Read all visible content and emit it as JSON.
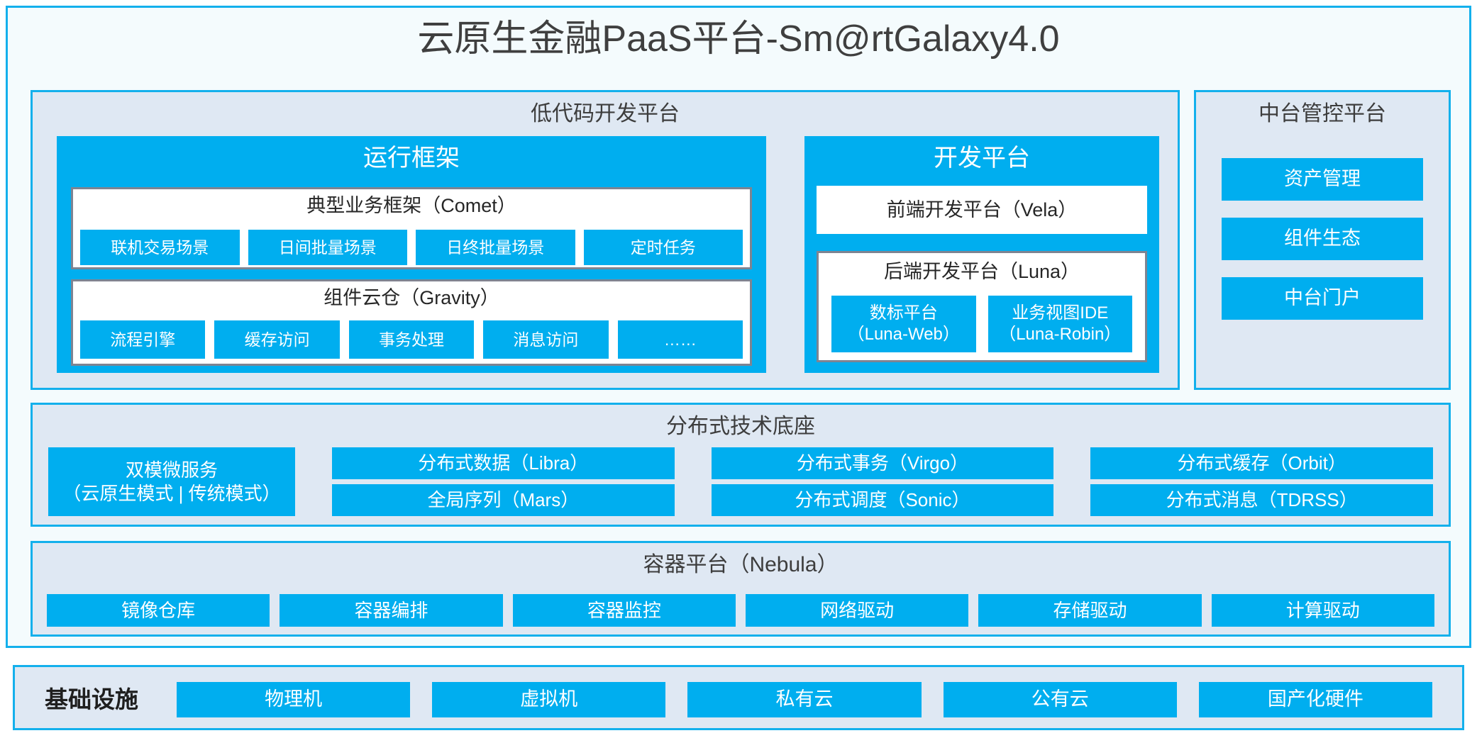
{
  "title": "云原生金融PaaS平台-Sm@rtGalaxy4.0",
  "colors": {
    "accent_blue": "#00aeef",
    "frame_border": "#13b0ec",
    "panel_bg": "#dfe8f3",
    "page_bg": "#f4fbfd",
    "card_border": "#7e8492",
    "title_text": "#3f3f3f"
  },
  "lowcode": {
    "title": "低代码开发平台",
    "runtime": {
      "title": "运行框架",
      "comet": {
        "title": "典型业务框架（Comet）",
        "tiles": [
          "联机交易场景",
          "日间批量场景",
          "日终批量场景",
          "定时任务"
        ]
      },
      "gravity": {
        "title": "组件云仓（Gravity）",
        "tiles": [
          "流程引擎",
          "缓存访问",
          "事务处理",
          "消息访问",
          "……"
        ]
      }
    },
    "devplatform": {
      "title": "开发平台",
      "vela": {
        "title": "前端开发平台（Vela）"
      },
      "luna": {
        "title": "后端开发平台（Luna）",
        "tiles": [
          "数标平台\n（Luna-Web）",
          "业务视图IDE\n（Luna-Robin）"
        ]
      }
    }
  },
  "midoffice": {
    "title": "中台管控平台",
    "tiles": [
      "资产管理",
      "组件生态",
      "中台门户"
    ]
  },
  "distributed": {
    "title": "分布式技术底座",
    "dual_mode": "双模微服务\n（云原生模式 | 传统模式）",
    "tiles": [
      "分布式数据（Libra）",
      "分布式事务（Virgo）",
      "分布式缓存（Orbit）",
      "全局序列（Mars）",
      "分布式调度（Sonic）",
      "分布式消息（TDRSS）"
    ]
  },
  "container": {
    "title": "容器平台（Nebula）",
    "tiles": [
      "镜像仓库",
      "容器编排",
      "容器监控",
      "网络驱动",
      "存储驱动",
      "计算驱动"
    ]
  },
  "infrastructure": {
    "label": "基础设施",
    "tiles": [
      "物理机",
      "虚拟机",
      "私有云",
      "公有云",
      "国产化硬件"
    ]
  }
}
